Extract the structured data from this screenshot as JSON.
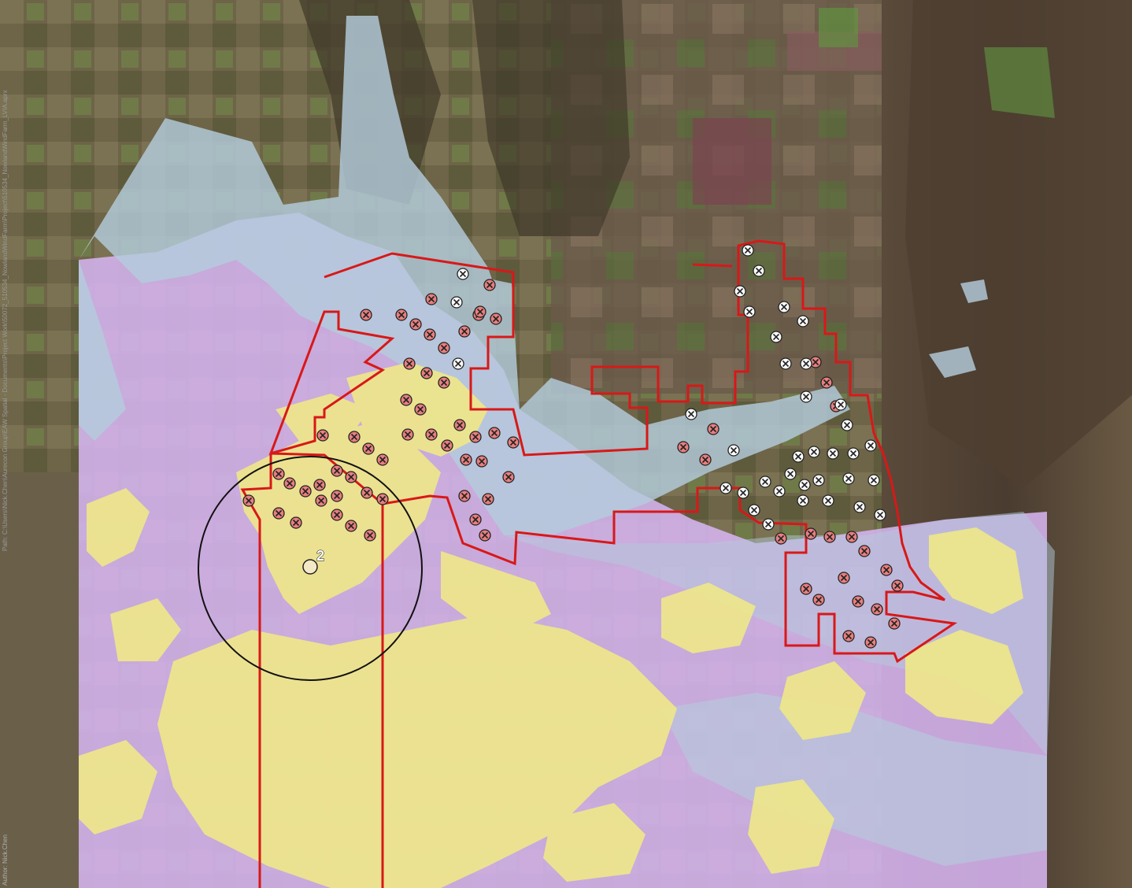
{
  "map": {
    "path_label": "Path: C:\\Users\\Nick.Chen\\Aurecon Group\\EAW Spatial - Documents\\Project Work\\50072_510534_NowlandWindFarm\\Project\\510534_NowlandWindFarm_LVIA.aprx",
    "author_label": "Author: Nick.Chen",
    "viewpoint_label": "2",
    "colors": {
      "project_boundary": "#d81818",
      "zvi_purple": "#d6b4f0",
      "zvi_yellow": "#eee68a",
      "zvi_blue": "#b4ccdc",
      "turbine_red": "#e87f7f",
      "turbine_white": "#ffffff",
      "viewpoint": "#f3e9c7"
    },
    "icons": {
      "turbine": "turbine-icon",
      "viewpoint": "viewpoint-icon"
    }
  }
}
